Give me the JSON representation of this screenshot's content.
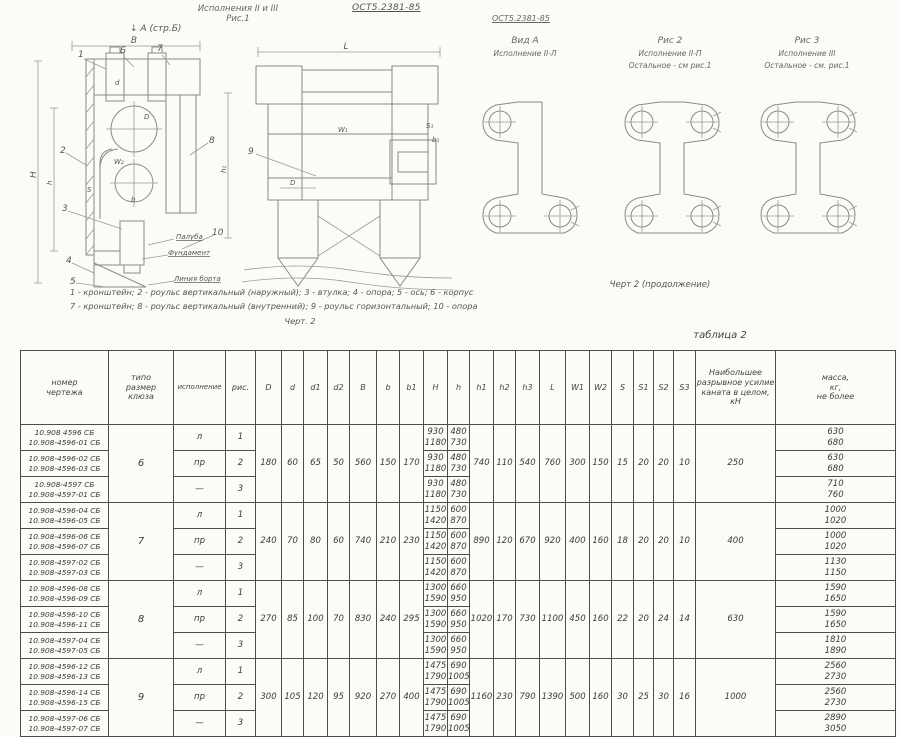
{
  "page": {
    "table_title": "таблица 2",
    "chert2": "Черт. 2",
    "chert2_cont": "Черт 2 (продолжение)"
  },
  "top": {
    "ispolnenia": "Исполнения II и III",
    "ris1": "Рис.1",
    "ost_top": "ОСТ5.2381-85",
    "ost_right": "ОСТ5.2381-85",
    "view_arrow": "А (стр.Б)",
    "arrow_glyph": "↓"
  },
  "left_drawing": {
    "dim_B": "В",
    "dim_H": "Н",
    "dim_h": "h",
    "dim_h1": "h₁",
    "lbl_1": "1",
    "lbl_2": "2",
    "lbl_3": "3",
    "lbl_4": "4",
    "lbl_5": "5",
    "lbl_B6": "Б",
    "lbl_7": "7",
    "lbl_8": "8",
    "lbl_10": "10",
    "lbl_D": "D",
    "lbl_W2": "W₂",
    "lbl_b": "b",
    "lbl_S": "S",
    "lbl_d": "d",
    "note_paluba": "Палуба",
    "note_fundament": "Фундамент",
    "note_liniya": "Линия борта"
  },
  "middle_drawing": {
    "dim_L": "L",
    "lbl_9": "9",
    "lbl_D": "D",
    "lbl_W1": "W₁",
    "lbl_S1": "S₁",
    "lbl_b1": "b₁"
  },
  "views": [
    {
      "title": "Вид А",
      "sub1": "Исполнение  II-Л",
      "sub2": ""
    },
    {
      "title": "Рис 2",
      "sub1": "Исполнение  II-П",
      "sub2": "Остальное - см рис.1"
    },
    {
      "title": "Рис 3",
      "sub1": "Исполнение  III",
      "sub2": "Остальное - см. рис.1"
    }
  ],
  "caption": {
    "line1": "1 - кронштейн;    2 - роульс вертикальный (наружный);    3 - втулка;    4 - опора;    5 - ось;    6 - корпус",
    "line2": "7 - кронштейн;    8 - роульс вертикальный (внутренний);    9 - роульс горизонтальный;    10 - опора"
  },
  "table": {
    "headers": {
      "num": "номер\nчертежа",
      "size": "типо\nразмер\nклюза",
      "isp": "исполнение",
      "ris": "рис.",
      "cols": [
        "D",
        "d",
        "d1",
        "d2",
        "B",
        "b",
        "b1",
        "H",
        "h",
        "h1",
        "h2",
        "h3",
        "L",
        "W1",
        "W2",
        "S",
        "S1",
        "S2",
        "S3"
      ],
      "force": "Наибольшее\nразрывное усилие\nканата в целом,\nкН",
      "mass": "масса,\nкг,\nне более"
    },
    "groups": [
      {
        "size": "6",
        "D": "180",
        "d": "60",
        "d1": "65",
        "d2": "50",
        "B": "560",
        "b": "150",
        "b1": "170",
        "h1": "740",
        "h2": "110",
        "h3": "540",
        "L": "760",
        "W1": "300",
        "W2": "150",
        "S": "15",
        "S1": "20",
        "S2": "20",
        "S3": "10",
        "force": "250",
        "rows": [
          {
            "num": "10.908 4596 СБ\n10.908-4596-01 СБ",
            "isp": "л",
            "ris": "1",
            "H": "930\n1180",
            "h": "480\n730",
            "mass": "630\n680"
          },
          {
            "num": "10.908-4596-02 СБ\n10.908-4596-03 СБ",
            "isp": "пр",
            "ris": "2",
            "H": "930\n1180",
            "h": "480\n730",
            "mass": "630\n680"
          },
          {
            "num": "10.908-4597 СБ\n10.908-4597-01 СБ",
            "isp": "—",
            "ris": "3",
            "H": "930\n1180",
            "h": "480\n730",
            "mass": "710\n760"
          }
        ]
      },
      {
        "size": "7",
        "D": "240",
        "d": "70",
        "d1": "80",
        "d2": "60",
        "B": "740",
        "b": "210",
        "b1": "230",
        "h1": "890",
        "h2": "120",
        "h3": "670",
        "L": "920",
        "W1": "400",
        "W2": "160",
        "S": "18",
        "S1": "20",
        "S2": "20",
        "S3": "10",
        "force": "400",
        "rows": [
          {
            "num": "10.908-4596-04 СБ\n10.908-4596-05 СБ",
            "isp": "л",
            "ris": "1",
            "H": "1150\n1420",
            "h": "600\n870",
            "mass": "1000\n1020"
          },
          {
            "num": "10.908-4596-06 СБ\n10.908-4596-07 СБ",
            "isp": "пр",
            "ris": "2",
            "H": "1150\n1420",
            "h": "600\n870",
            "mass": "1000\n1020"
          },
          {
            "num": "10.908-4597-02 СБ\n10.908-4597-03 СБ",
            "isp": "—",
            "ris": "3",
            "H": "1150\n1420",
            "h": "600\n870",
            "mass": "1130\n1150"
          }
        ]
      },
      {
        "size": "8",
        "D": "270",
        "d": "85",
        "d1": "100",
        "d2": "70",
        "B": "830",
        "b": "240",
        "b1": "295",
        "h1": "1020",
        "h2": "170",
        "h3": "730",
        "L": "1100",
        "W1": "450",
        "W2": "160",
        "S": "22",
        "S1": "20",
        "S2": "24",
        "S3": "14",
        "force": "630",
        "rows": [
          {
            "num": "10.908-4596-08 СБ\n10.908-4596-09 СБ",
            "isp": "л",
            "ris": "1",
            "H": "1300\n1590",
            "h": "660\n950",
            "mass": "1590\n1650"
          },
          {
            "num": "10.908-4596-10 СБ\n10.908-4596-11 СБ",
            "isp": "пр",
            "ris": "2",
            "H": "1300\n1590",
            "h": "660\n950",
            "mass": "1590\n1650"
          },
          {
            "num": "10.908-4597-04 СБ\n10.908-4597-05 СБ",
            "isp": "—",
            "ris": "3",
            "H": "1300\n1590",
            "h": "660\n950",
            "mass": "1810\n1890"
          }
        ]
      },
      {
        "size": "9",
        "D": "300",
        "d": "105",
        "d1": "120",
        "d2": "95",
        "B": "920",
        "b": "270",
        "b1": "400",
        "h1": "1160",
        "h2": "230",
        "h3": "790",
        "L": "1390",
        "W1": "500",
        "W2": "160",
        "S": "30",
        "S1": "25",
        "S2": "30",
        "S3": "16",
        "force": "1000",
        "rows": [
          {
            "num": "10.908-4596-12 СБ\n10.908-4596-13 СБ",
            "isp": "л",
            "ris": "1",
            "H": "1475\n1790",
            "h": "690\n1005",
            "mass": "2560\n2730"
          },
          {
            "num": "10.908-4596-14 СБ\n10.908-4596-15 СБ",
            "isp": "пр",
            "ris": "2",
            "H": "1475\n1790",
            "h": "690\n1005",
            "mass": "2560\n2730"
          },
          {
            "num": "10.908-4597-06 СБ\n10.908-4597-07 СБ",
            "isp": "—",
            "ris": "3",
            "H": "1475\n1790",
            "h": "690\n1005",
            "mass": "2890\n3050"
          }
        ]
      }
    ]
  }
}
